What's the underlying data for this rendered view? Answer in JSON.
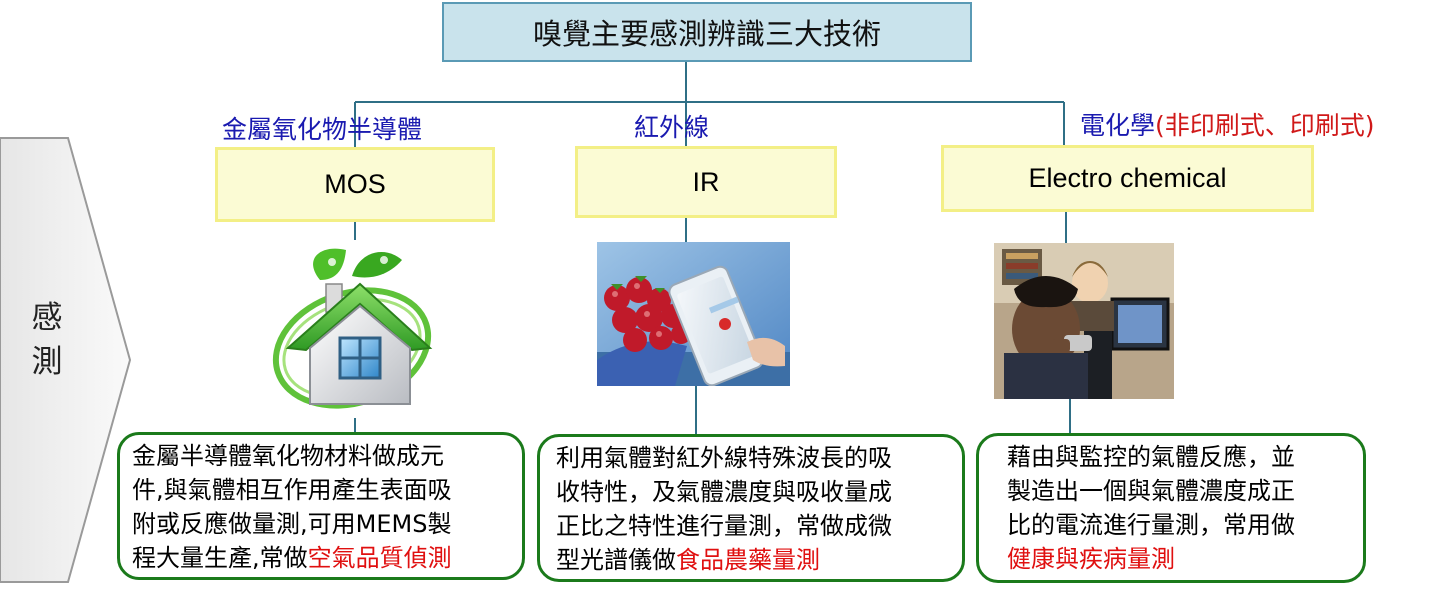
{
  "title": "嗅覺主要感測辨識三大技術",
  "side_label": [
    "感",
    "測"
  ],
  "technologies": [
    {
      "category": "金屬氧化物半導體",
      "name": "MOS",
      "desc_lines": [
        "金屬半導體氧化物材料做成元",
        "件,與氣體相互作用產生表面吸",
        "附或反應做量測,可用MEMS製",
        "程大量生產,常做"
      ],
      "highlight": "空氣品質偵測"
    },
    {
      "category": "紅外線",
      "name": "IR",
      "desc_lines": [
        "利用氣體對紅外線特殊波長的吸",
        "收特性，及氣體濃度與吸收量成",
        "正比之特性進行量測，常做成微",
        "型光譜儀做"
      ],
      "highlight": "食品農藥量測"
    },
    {
      "category": "電化學",
      "category_extra": "(非印刷式、印刷式)",
      "name": "Electro chemical",
      "desc_lines": [
        "藉由與監控的氣體反應，並",
        "製造出一個與氣體濃度成正",
        "比的電流進行量測，常用做"
      ],
      "highlight": "健康與疾病量測"
    }
  ],
  "colors": {
    "title_bg": "#c9e3ec",
    "tech_bg": "#fbfbd4",
    "category_text": "#1a1ab0",
    "highlight_text": "#e01010",
    "desc_border": "#1b7a1b"
  },
  "icons": [
    "green-house-icon",
    "strawberry-phone-photo",
    "gas-lab-photo"
  ]
}
